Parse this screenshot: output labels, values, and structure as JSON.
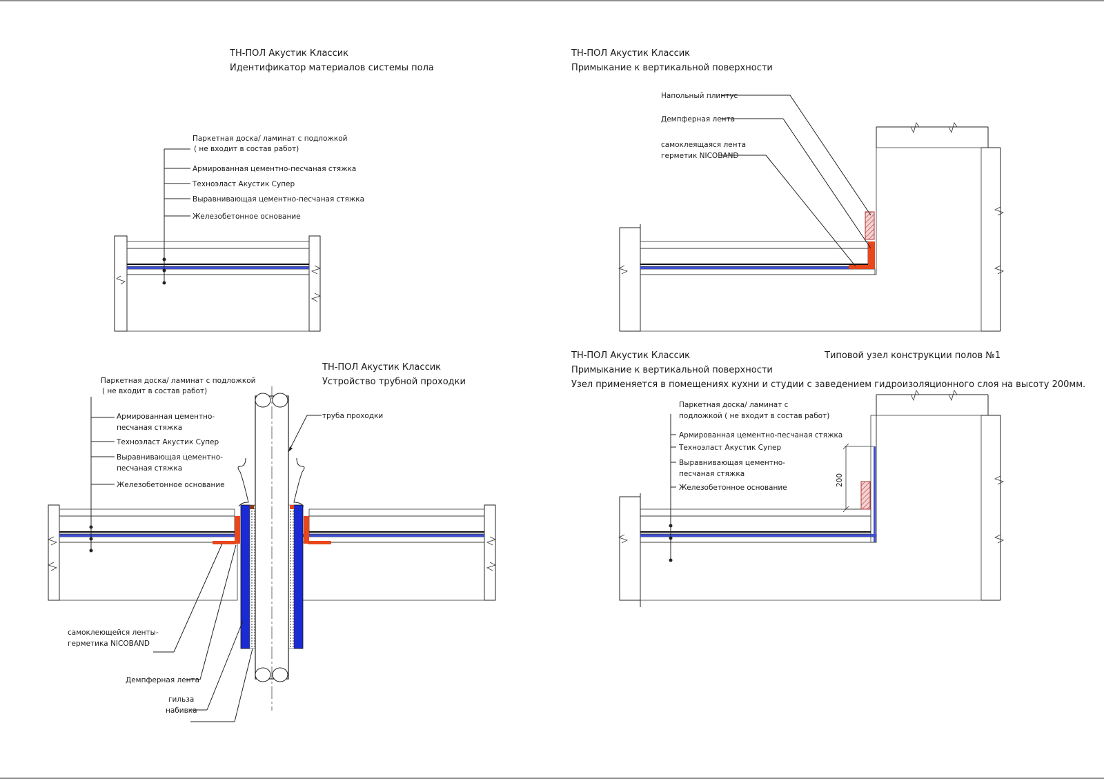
{
  "drawing1": {
    "title": "ТН-ПОЛ Акустик Классик",
    "subtitle": "Идентификатор материалов системы пола",
    "labels": [
      "Паркетная доска/ ламинат с подложкой",
      "( не входит в состав работ)",
      "Армированная цементно-песчаная стяжка",
      "Техноэласт Акустик Супер",
      "Выравнивающая цементно-песчаная стяжка",
      "Железобетонное основание"
    ]
  },
  "drawing2": {
    "title": "ТН-ПОЛ Акустик Классик",
    "subtitle": "Примыкание к вертикальной поверхности",
    "labels": [
      "Напольный плинтус",
      "Демпферная лента",
      "самоклеящаяся лента",
      "герметик NICOBAND"
    ]
  },
  "drawing3": {
    "title": "ТН-ПОЛ Акустик Классик",
    "subtitle": "Устройство трубной проходки",
    "labels": [
      "Паркетная доска/ ламинат с подложкой",
      "( не входит в состав работ)",
      "Армированная цементно-",
      "песчаная стяжка",
      "Техноэласт Акустик Супер",
      "Выравнивающая цементно-",
      "песчаная стяжка",
      "Железобетонное основание"
    ],
    "pipe_label": "труба проходки",
    "bottom_labels": [
      "самоклеющейся ленты-",
      "герметика NICOBAND",
      "Демпферная лента",
      "гильза",
      "набивка"
    ]
  },
  "drawing4": {
    "title": "ТН-ПОЛ Акустик Классик",
    "subtitle": "Примыкание к вертикальной поверхности",
    "note": "Узел применяется в помещениях кухни и студии с заведением гидроизоляционного слоя на высоту 200мм.",
    "node_title": "Типовой узел конструкции полов №1",
    "labels": [
      "Паркетная доска/ ламинат с",
      "подложкой ( не входит в состав работ)",
      "Армированная цементно-песчаная стяжка",
      "Техноэласт Акустик Супер",
      "Выравнивающая цементно-",
      "песчаная стяжка",
      "Железобетонное основание"
    ],
    "dimension": "200"
  },
  "colors": {
    "concrete": "#cfcfcf",
    "screed": "#b9b9b9",
    "board": "#d9c48a",
    "membrane": "#3f4fd0",
    "damper": "#e8471c",
    "sleeve": "#1a2bd6",
    "plinth": "#c97070"
  }
}
